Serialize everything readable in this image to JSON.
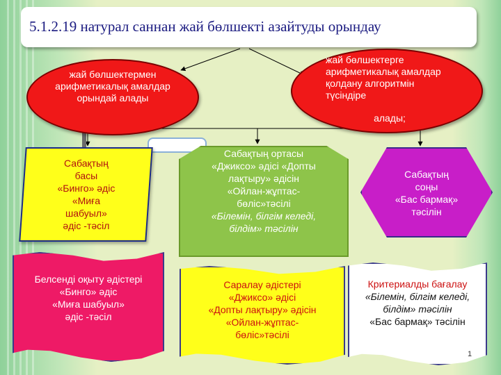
{
  "title": "5.1.2.19  натурал саннан жай бөлшекті азайтуды орындау",
  "goal_left": "жай бөлшектермен арифметикалық амалдар орындай алады",
  "goal_right": {
    "line1": "жай бөлшектерге арифметикалық амалдар қолдану алгоритмін түсіндіре",
    "line2": "алады;"
  },
  "stage_start": {
    "lines": [
      "Сабақтың",
      "басы",
      "«Бинго»  әдіс",
      "«Миға",
      "шабуыл»",
      "әдіс -тәсіл"
    ]
  },
  "stage_middle": {
    "lines": [
      "Сабақтың ортасы",
      "«Джиксо» әдісі «Допты",
      "лақтыру» әдісін",
      "«Ойлан-жұптас-",
      "бөліс»тәсілі"
    ],
    "italic_line": "«Білемін, білгім келеді, білдім» тәсілін"
  },
  "stage_end": {
    "lines": [
      "Сабақтың",
      "соңы",
      "«Бас бармақ»",
      "тәсілін"
    ]
  },
  "method_active": {
    "lines": [
      "Белсенді оқыту әдістері",
      "«Бинго»  әдіс",
      "«Миға шабуыл»",
      "әдіс -тәсіл"
    ]
  },
  "method_differentiation": {
    "lines": [
      "Саралау әдістері",
      "«Джиксо» әдісі",
      "«Допты лақтыру» әдісін",
      "«Ойлан-жұптас-",
      "бөліс»тәсілі"
    ]
  },
  "method_assessment": {
    "line1": "Критериалды бағалау",
    "italic_line": "«Білемін, білгім келеді, білдім» тәсілін",
    "line_last": "«Бас бармақ» тәсілін"
  },
  "page_number": "1",
  "colors": {
    "title_text": "#1a1a80",
    "goal_ellipses": "#f01818",
    "start_box": "#ffff1a",
    "middle_box": "#8ec44a",
    "end_box": "#c81ec8",
    "active_methods": "#ee1a66",
    "differentiation": "#ffff1a",
    "assessment": "#ffffff"
  }
}
